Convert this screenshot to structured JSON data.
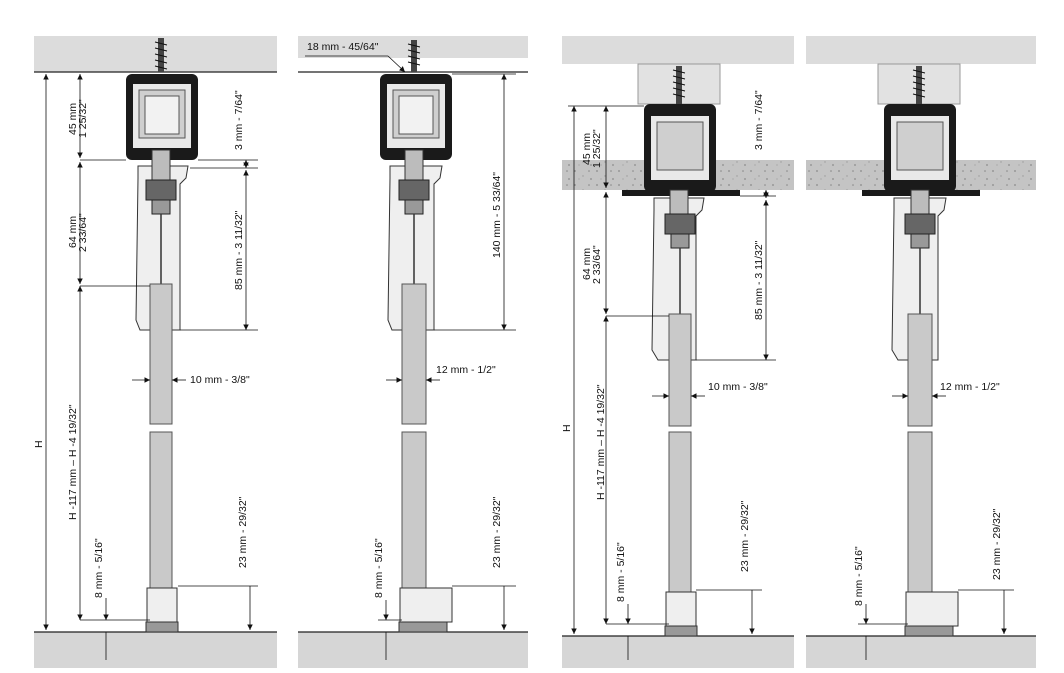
{
  "colors": {
    "ceiling": "#dcdcdc",
    "floor": "#d6d6d6",
    "panel": "#c9c9c9",
    "profile": "#1a1a1a",
    "insert": "#e6e6e6",
    "concrete": "#bdbdbd",
    "dim_line": "#111111"
  },
  "labels": {
    "h": "H",
    "h_range": "H -117 mm – H -4 19/32\"",
    "track_height_mm": "45 mm",
    "track_height_in": "1 25/32\"",
    "gap": "3 mm - 7/64\"",
    "hanger_mm": "64 mm",
    "hanger_in": "2 33/64\"",
    "hanger_total": "85 mm - 3 11/32\"",
    "panel_10": "10 mm - 3/8\"",
    "panel_12": "12 mm - 1/2\"",
    "offset": "18 mm - 45/64\"",
    "overall_140": "140 mm - 5 33/64\"",
    "guide_23": "23 mm - 29/32\"",
    "floor_8": "8 mm - 5/16\""
  }
}
